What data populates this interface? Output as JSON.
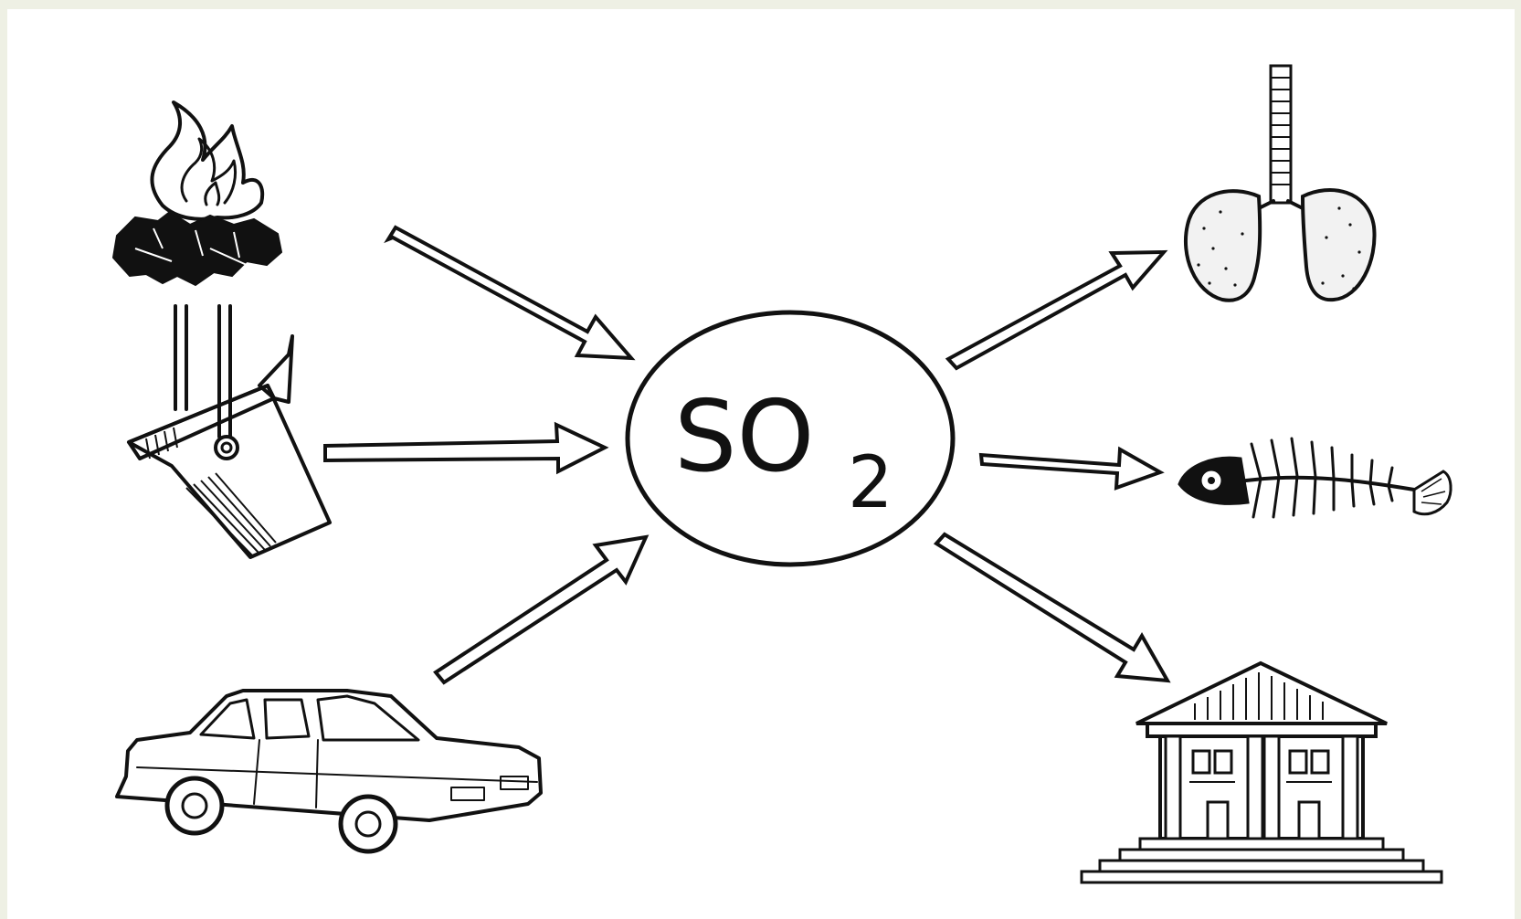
{
  "center": {
    "formula": "SO",
    "subscript": "2"
  },
  "sources": [
    {
      "name": "burning-fuel",
      "icon": "fire-icon"
    },
    {
      "name": "ore-smelting",
      "icon": "smelting-ladle-icon"
    },
    {
      "name": "car-exhaust",
      "icon": "car-icon"
    }
  ],
  "effects": [
    {
      "name": "lung-damage",
      "icon": "lungs-icon"
    },
    {
      "name": "fish-death",
      "icon": "fish-skeleton-icon"
    },
    {
      "name": "building-corrosion",
      "icon": "classical-building-icon"
    }
  ],
  "colors": {
    "ink": "#111111",
    "background": "#ffffff",
    "border": "#eef0e4"
  }
}
